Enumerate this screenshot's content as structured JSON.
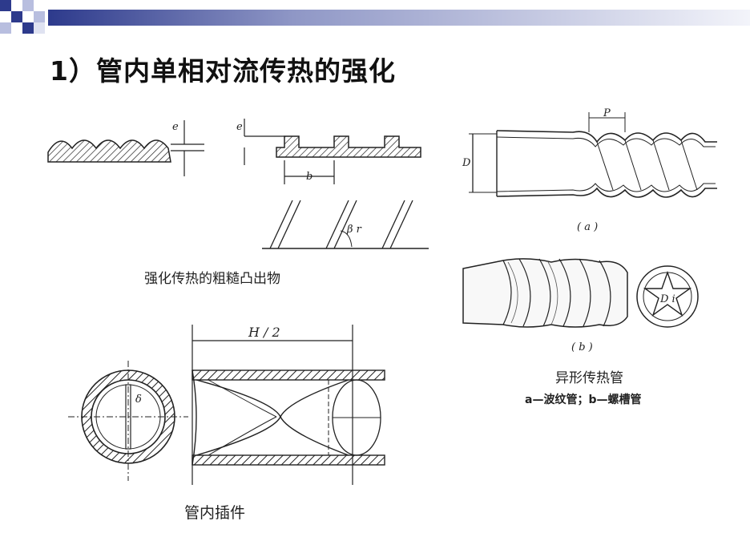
{
  "title": "1）管内单相对流传热的强化",
  "captions": {
    "rough": "强化传热的粗糙凸出物",
    "insert": "管内插件",
    "shaped_tube": "异形传热管",
    "shaped_legend": "a—波纹管；b—螺槽管"
  },
  "labels": {
    "e1": "e",
    "e2": "e",
    "b": "b",
    "beta": "β r",
    "P": "P",
    "D": "D",
    "a": "( a )",
    "b_fig": "( b )",
    "Di": "D i",
    "H2": "H / 2",
    "delta": "δ"
  },
  "colors": {
    "band_dark": "#2d3a8c",
    "band_light": "#e8eaf4",
    "ink": "#1a1a1a"
  }
}
